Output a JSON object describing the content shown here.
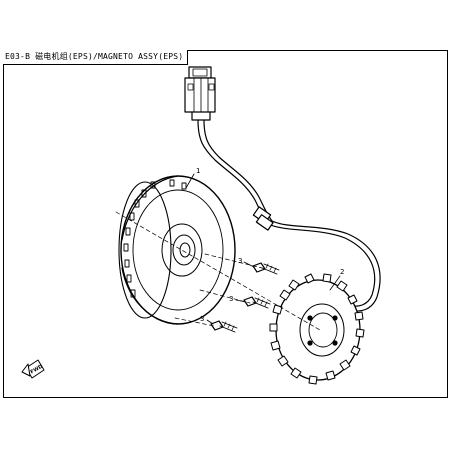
{
  "title": "E03-B 磁电机组(EPS)/MAGNETO ASSY(EPS)",
  "callouts": {
    "flywheel": "1",
    "stator": "2",
    "bolt_upper": "3",
    "bolt_middle": "3",
    "bolt_lower": "3"
  },
  "fwd_label": "FWD"
}
